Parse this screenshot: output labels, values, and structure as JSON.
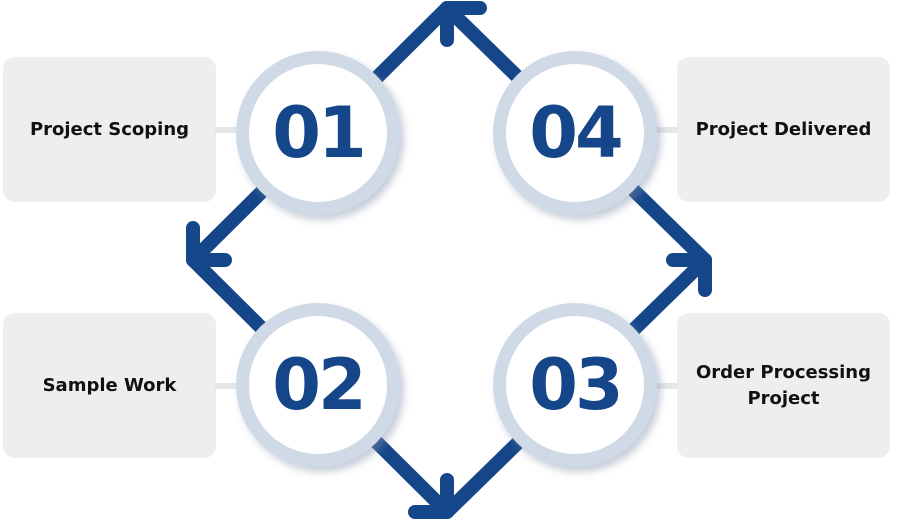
{
  "colors": {
    "arrow": "#16468a",
    "box": "#eeeeee",
    "ring": "#d0dae6"
  },
  "steps": [
    {
      "number": "01",
      "label": "Project Scoping"
    },
    {
      "number": "02",
      "label": "Sample Work"
    },
    {
      "number": "03",
      "label": "Order Processing Project"
    },
    {
      "number": "04",
      "label": "Project Delivered"
    }
  ]
}
